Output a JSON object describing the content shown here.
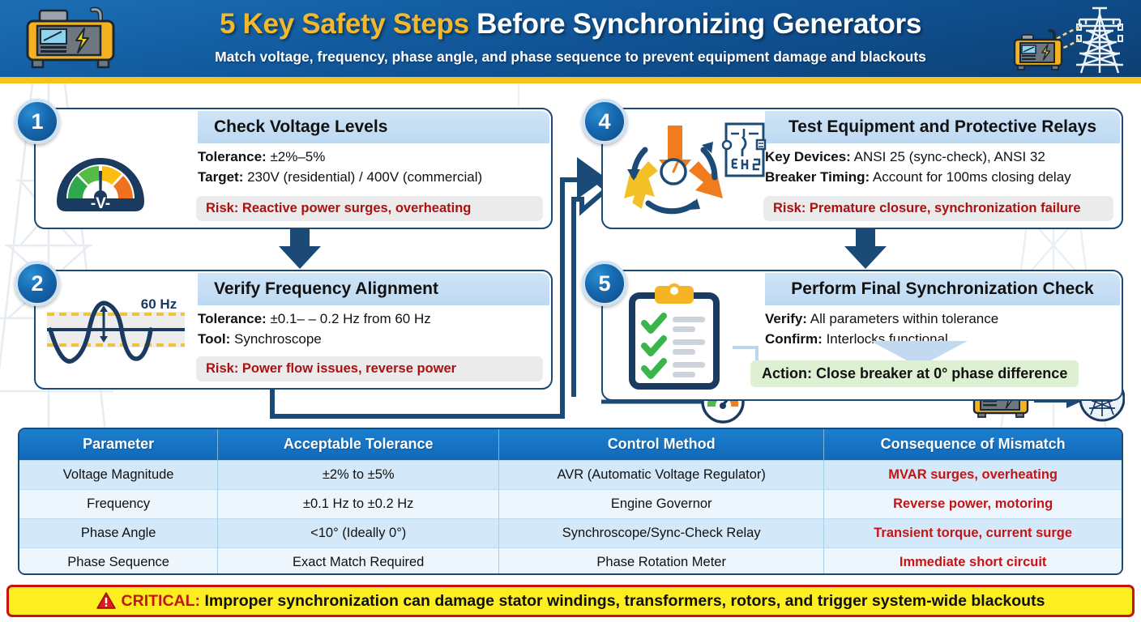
{
  "header": {
    "title_highlight": "5 Key Safety Steps",
    "title_rest": " Before Synchronizing Generators",
    "subtitle": "Match voltage, frequency, phase angle, and phase sequence to prevent equipment damage and blackouts",
    "left_icon": "generator-icon",
    "right_icon": "generator-transmission-tower-icon",
    "accent_yellow": "#f6c31e",
    "bg_blue": "#125a9e"
  },
  "steps": [
    {
      "number": "1",
      "title": "Check Voltage Levels",
      "icon": "voltage-gauge-icon",
      "gauge_label": "-V-",
      "lines": [
        {
          "label": "Tolerance:",
          "value": "±2%–5%"
        },
        {
          "label": "Target:",
          "value": "230V (residential) / 400V (commercial)"
        }
      ],
      "risk": "Risk: Reactive power surges, overheating"
    },
    {
      "number": "2",
      "title": "Verify Frequency Alignment",
      "icon": "sine-wave-frequency-icon",
      "wave_label": "60 Hz",
      "lines": [
        {
          "label": "Tolerance:",
          "value": "±0.1– – 0.2 Hz from 60 Hz"
        },
        {
          "label": "Tool:",
          "value": "Synchroscope"
        }
      ],
      "risk": "Risk: Power flow issues, reverse power"
    },
    {
      "number": "4",
      "title": "Test Equipment and Protective Relays",
      "icon": "phase-rotation-relay-icon",
      "lines": [
        {
          "label": "Key Devices:",
          "value": "ANSI 25 (sync-check), ANSI 32"
        },
        {
          "label": "Breaker Timing:",
          "value": "Account for 100ms closing delay"
        }
      ],
      "risk": "Risk: Premature closure, synchronization failure"
    },
    {
      "number": "5",
      "title": "Perform Final Synchronization Check",
      "icon": "clipboard-checklist-icon",
      "lines": [
        {
          "label": "Verify:",
          "value": "All parameters within tolerance"
        },
        {
          "label": "Confirm:",
          "value": "Interlocks functional"
        }
      ],
      "action": "Action: Close breaker at 0° phase difference"
    }
  ],
  "table": {
    "headers": [
      "Parameter",
      "Acceptable Tolerance",
      "Control Method",
      "Consequence of Mismatch"
    ],
    "rows": [
      [
        "Voltage Magnitude",
        "±2% to ±5%",
        "AVR (Automatic Voltage Regulator)",
        "MVAR surges, overheating"
      ],
      [
        "Frequency",
        "±0.1 Hz to ±0.2 Hz",
        "Engine Governor",
        "Reverse power, motoring"
      ],
      [
        "Phase Angle",
        "<10° (Ideally 0°)",
        "Synchroscope/Sync-Check Relay",
        "Transient torque, current surge"
      ],
      [
        "Phase Sequence",
        "Exact Match Required",
        "Phase Rotation Meter",
        "Immediate short circuit"
      ]
    ],
    "header_color": "#1168b8",
    "consequence_color": "#c21515"
  },
  "critical": {
    "icon": "warning-triangle-icon",
    "keyword": "CRITICAL:",
    "message": " Improper synchronization can damage stator windings, transformers, rotors, and trigger system-wide blackouts",
    "bg_color": "#fcee21",
    "border_color": "#c90f0f"
  }
}
